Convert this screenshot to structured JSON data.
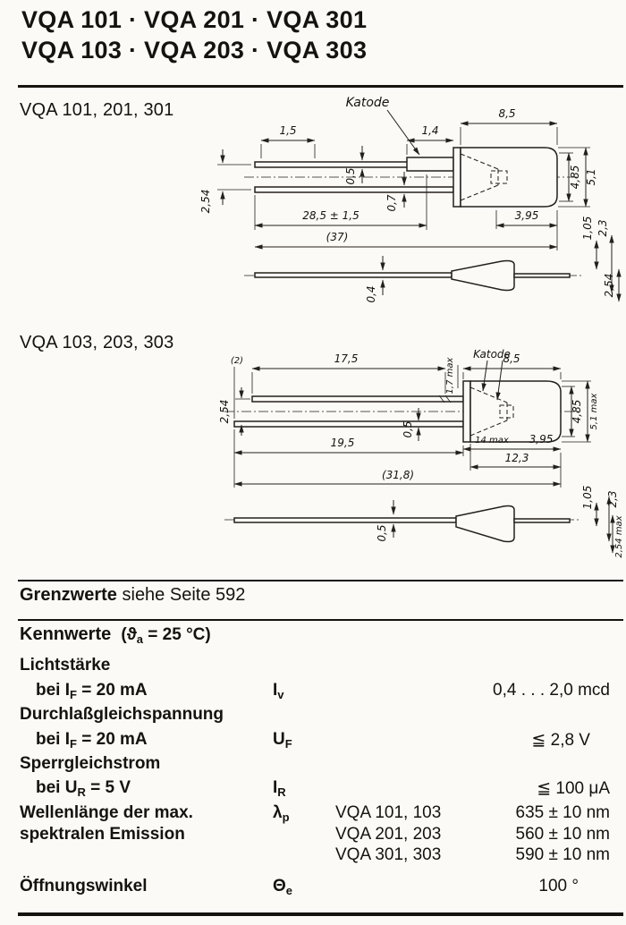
{
  "header": {
    "title_line1": "VQA 101 · VQA 201 · VQA 301",
    "title_line2": "VQA 103 · VQA 203 · VQA 303"
  },
  "drawing1": {
    "label": "VQA 101, 201, 301",
    "katode": "Katode",
    "dims": {
      "lead_offset": "1,5",
      "gap": "1,4",
      "body_length": "8,5",
      "lead_thickness_top": "0,5",
      "lead_thickness_bottom": "0,7",
      "lead_length": "28,5 ± 1,5",
      "lead_pitch": "2,54",
      "overall_length": "(37)",
      "cap_length": "3,95",
      "body_dia_inner": "4,85",
      "body_dia_outer": "5,1",
      "side_dim_a": "1,05",
      "side_dim_b": "2,3",
      "side_pitch": "2,54",
      "side_lead_thickness": "0,4"
    }
  },
  "drawing2": {
    "label": "VQA 103, 203, 303",
    "katode": "Katode",
    "dims": {
      "stagger": "(2)",
      "lead_length_top": "17,5",
      "kink": "1,7 max",
      "body_length": "8,5",
      "lead_pitch": "2,54",
      "lead_thickness": "0,5",
      "lead_length_bottom": "19,5",
      "body_max": "14 max",
      "cap_length": "3,95",
      "front_length": "12,3",
      "overall_length": "(31,8)",
      "body_dia_inner": "4,85",
      "body_dia_outer": "5,1 max",
      "side_dim_a": "1,05",
      "side_dim_b": "2,3",
      "side_pitch": "2,54 max",
      "side_lead_thickness": "0,5"
    }
  },
  "grenzwerte": {
    "label_bold": "Grenzwerte",
    "label_rest": " siehe Seite 592"
  },
  "kennwerte": {
    "heading": "Kennwerte",
    "cond_pre": "(ϑ",
    "cond_sub": "a",
    "cond_post": " = 25 °C)",
    "lichtstaerke": {
      "group": "Lichtstärke",
      "cond_base": "bei I",
      "cond_sub": "F",
      "cond_rest": " = 20 mA",
      "sym_base": "I",
      "sym_sub": "v",
      "value": "0,4 . . . 2,0 mcd"
    },
    "durchlassspannung": {
      "group": "Durchlaßgleichspannung",
      "cond_base": "bei I",
      "cond_sub": "F",
      "cond_rest": " = 20 mA",
      "sym_base": "U",
      "sym_sub": "F",
      "value": "≦ 2,8 V"
    },
    "sperrstrom": {
      "group": "Sperrgleichstrom",
      "cond_base": "bei U",
      "cond_sub": "R",
      "cond_rest": " = 5 V",
      "sym_base": "I",
      "sym_sub": "R",
      "value": "≦ 100 μA"
    },
    "wellenlaenge": {
      "group_line1": "Wellenlänge der max.",
      "group_line2": "spektralen Emission",
      "sym_base": "λ",
      "sym_sub": "p",
      "variants": [
        {
          "name": "VQA 101, 103",
          "value": "635 ± 10 nm"
        },
        {
          "name": "VQA 201, 203",
          "value": "560 ± 10 nm"
        },
        {
          "name": "VQA 301, 303",
          "value": "590 ± 10 nm"
        }
      ]
    },
    "oeffnungswinkel": {
      "group": "Öffnungswinkel",
      "sym_base": "Θ",
      "sym_sub": "e",
      "value": "100 °"
    }
  }
}
